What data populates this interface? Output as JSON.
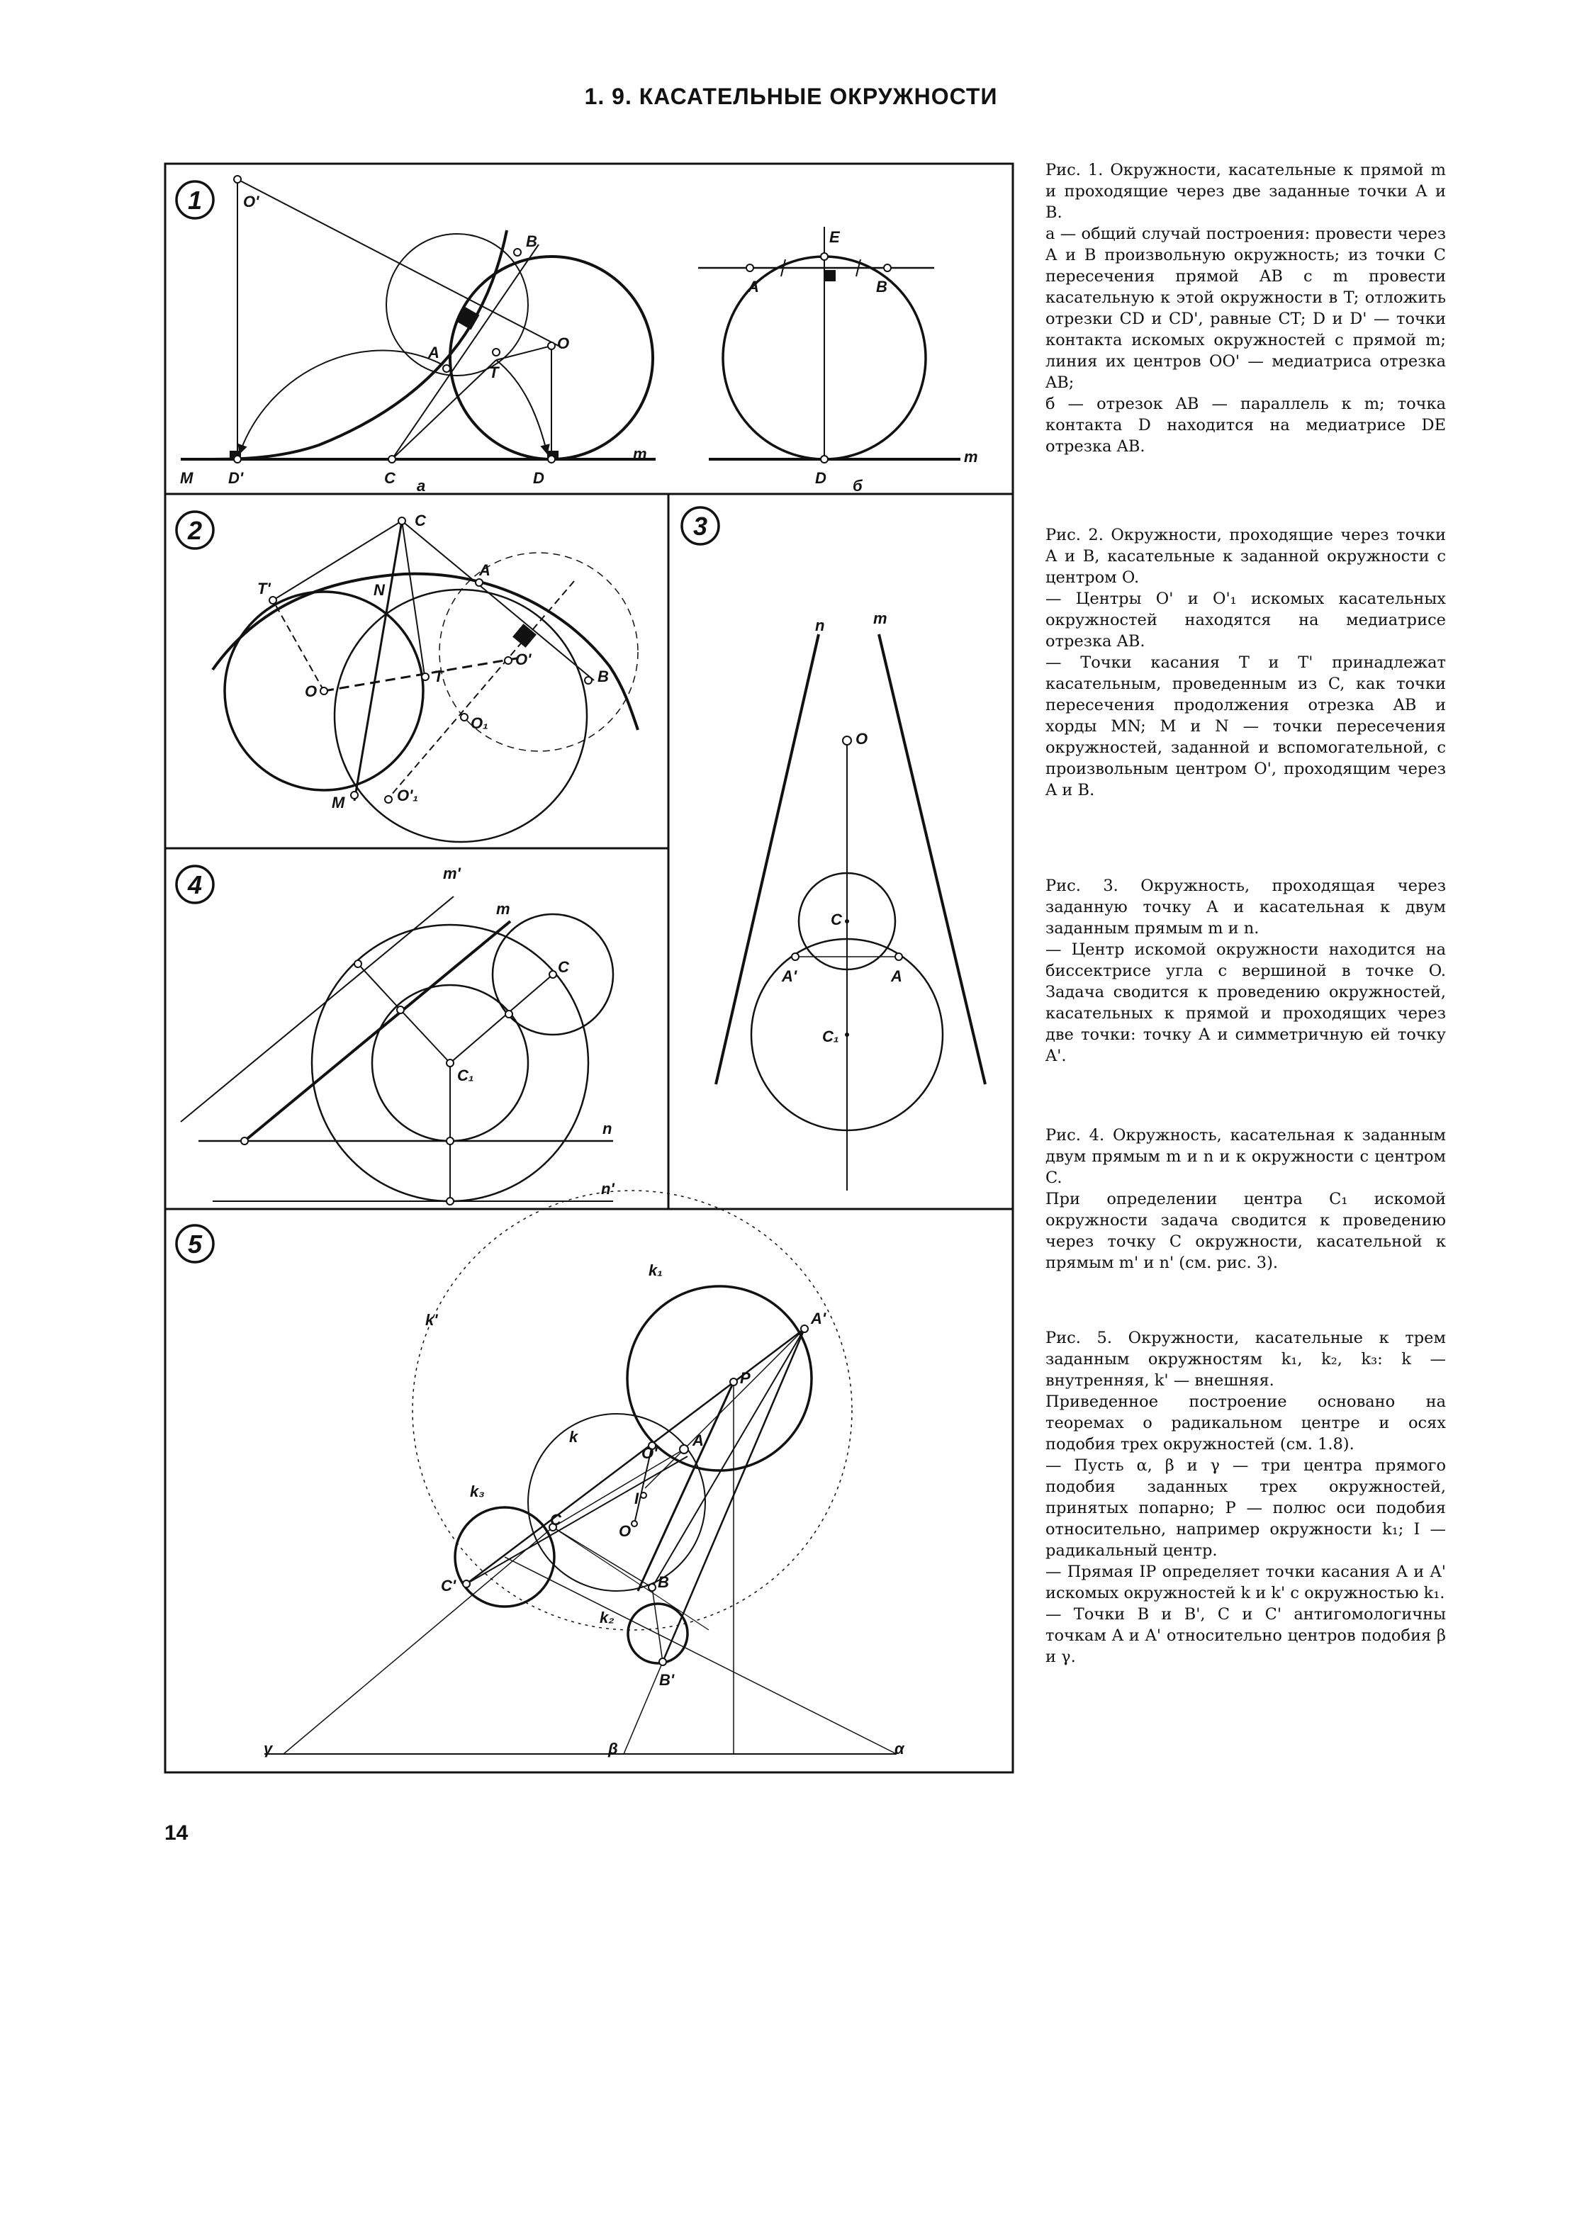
{
  "page": {
    "title": "1. 9. КАСАТЕЛЬНЫЕ ОКРУЖНОСТИ",
    "number": "14"
  },
  "figures": {
    "fig1": {
      "badge": "1",
      "sub_a": "а",
      "sub_b": "б",
      "labels": {
        "O_prime": "O'",
        "B": "B",
        "A": "A",
        "T": "T",
        "O": "O",
        "M": "M",
        "D_prime": "D'",
        "C": "C",
        "D": "D",
        "m": "m",
        "E": "E",
        "A2": "A",
        "B2": "B",
        "D2": "D",
        "m2": "m"
      }
    },
    "fig2": {
      "badge": "2",
      "labels": {
        "C": "C",
        "T_prime": "T'",
        "N": "N",
        "A": "A",
        "O": "O",
        "T": "T",
        "O_prime": "O'",
        "B": "B",
        "O1": "O₁",
        "M": "M",
        "O1_prime": "O'₁"
      }
    },
    "fig3": {
      "badge": "3",
      "labels": {
        "n": "n",
        "m": "m",
        "O": "O",
        "C": "C",
        "A_prime": "A'",
        "A": "A",
        "C1": "C₁"
      }
    },
    "fig4": {
      "badge": "4",
      "labels": {
        "m_prime": "m'",
        "m": "m",
        "C": "C",
        "C1": "C₁",
        "n": "n",
        "n_prime": "n'"
      }
    },
    "fig5": {
      "badge": "5",
      "labels": {
        "k_prime": "k'",
        "k1": "k₁",
        "A_prime": "A'",
        "P": "P",
        "k": "k",
        "O_prime": "O'",
        "A": "A",
        "I": "I",
        "k3": "k₃",
        "C": "C",
        "O": "O",
        "C_prime": "C'",
        "B": "B",
        "k2": "k₂",
        "B_prime": "B'",
        "gamma": "γ",
        "beta": "β",
        "alpha": "α"
      }
    }
  },
  "captions": [
    {
      "title": "Рис. 1. Окружности, касательные к прямой m и проходящие через две заданные точки A и B.",
      "paragraphs": [
        "а — общий случай построения: провести через A и B произвольную окружность; из точки C пересечения прямой AB с m провести касательную к этой окружности в T; отложить отрезки CD и CD', равные CT; D и D' — точки контакта искомых окружностей с прямой m; линия их центров OO' — медиатриса отрезка AB;",
        "б — отрезок AB — параллель к m; точка контакта D находится на медиатрисе DE отрезка AB."
      ]
    },
    {
      "title": "Рис. 2. Окружности, проходящие через точки A и B, касательные к заданной окружности с центром O.",
      "paragraphs": [
        "— Центры O' и O'₁ искомых касательных окружностей находятся на медиатрисе отрезка AB.",
        "— Точки касания T и T' принадлежат касательным, проведенным из C, как точки пересечения продолжения отрезка AB и хорды MN; M и N — точки пересечения окружностей, заданной и вспомогательной, с произвольным центром O', проходящим через A и B."
      ]
    },
    {
      "title": "Рис. 3. Окружность, проходящая через заданную точку A и касательная к двум заданным прямым m и n.",
      "paragraphs": [
        "— Центр искомой окружности находится на биссектрисе угла с вершиной в точке O. Задача сводится к проведению окружностей, касательных к прямой и проходящих через две точки: точку A и симметричную ей точку A'."
      ]
    },
    {
      "title": "Рис. 4. Окружность, касательная к заданным двум прямым m и n и к окружности с центром C.",
      "paragraphs": [
        "При определении центра C₁ искомой окружности задача сводится к проведению через точку C окружности, касательной к прямым m' и n' (см. рис. 3)."
      ]
    },
    {
      "title": "Рис. 5. Окружности, касательные к трем заданным окружностям k₁, k₂, k₃: k — внутренняя, k' — внешняя.",
      "paragraphs": [
        "Приведенное построение основано на теоремах о радикальном центре и осях подобия трех окружностей (см. 1.8).",
        "— Пусть α, β и γ — три центра прямого подобия заданных трех окружностей, принятых попарно; P — полюс оси подобия относительно, например окружности k₁; I — радикальный центр.",
        "— Прямая IP определяет точки касания A и A' искомых окружностей k и k' с окружностью k₁.",
        "— Точки B и B', C и C' антигомологичны точкам A и A' относительно центров подобия β и γ."
      ]
    }
  ]
}
